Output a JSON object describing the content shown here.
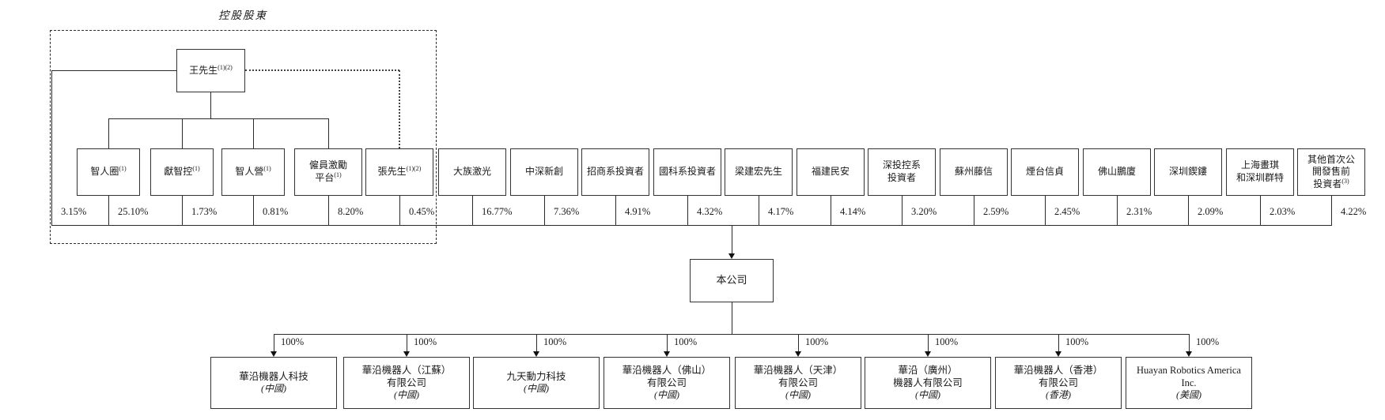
{
  "top": {
    "group_label": "控股股東",
    "mr_wang": {
      "name": "王先生",
      "note": "(1)(2)",
      "direct_pct": "3.15%"
    },
    "wang_entities": [
      {
        "name": "智人圈",
        "note": "(1)",
        "pct": "25.10%"
      },
      {
        "name": "獻智控",
        "note": "(1)",
        "pct": "1.73%"
      },
      {
        "name": "智人營",
        "note": "(1)",
        "pct": "0.81%"
      },
      {
        "name": "僱員激勵\n平台",
        "note": "(1)",
        "pct": "8.20%"
      },
      {
        "name": "張先生",
        "note": "(1)(2)",
        "pct": "0.45%"
      }
    ],
    "shareholders": [
      {
        "name": "大族激光",
        "pct": "16.77%"
      },
      {
        "name": "中深新創",
        "pct": "7.36%"
      },
      {
        "name": "招商系投資者",
        "pct": "4.91%"
      },
      {
        "name": "國科系投資者",
        "pct": "4.32%"
      },
      {
        "name": "梁建宏先生",
        "pct": "4.17%"
      },
      {
        "name": "福建民安",
        "pct": "4.14%"
      },
      {
        "name": "深投控系\n投資者",
        "pct": "3.20%"
      },
      {
        "name": "蘇州藤信",
        "pct": "2.59%"
      },
      {
        "name": "煙台信貞",
        "pct": "2.45%"
      },
      {
        "name": "佛山鵬廈",
        "pct": "2.31%"
      },
      {
        "name": "深圳鍥鏤",
        "pct": "2.09%"
      },
      {
        "name": "上海畫琪\n和深圳群特",
        "pct": "2.03%"
      },
      {
        "name": "其他首次公\n開發售前\n投資者",
        "note": "(3)",
        "pct": "4.22%"
      }
    ]
  },
  "company": {
    "name": "本公司"
  },
  "subsidiaries": [
    {
      "name": "華沿機器人科技",
      "place": "(中國)",
      "pct": "100%"
    },
    {
      "name": "華沿機器人（江蘇）\n有限公司",
      "place": "(中國)",
      "pct": "100%"
    },
    {
      "name": "九天動力科技",
      "place": "(中國)",
      "pct": "100%"
    },
    {
      "name": "華沿機器人（佛山）\n有限公司",
      "place": "(中國)",
      "pct": "100%"
    },
    {
      "name": "華沿機器人（天津）\n有限公司",
      "place": "(中國)",
      "pct": "100%"
    },
    {
      "name": "華沿（廣州）\n機器人有限公司",
      "place": "(中國)",
      "pct": "100%"
    },
    {
      "name": "華沿機器人（香港）\n有限公司",
      "place": "(香港)",
      "pct": "100%"
    },
    {
      "name": "Huayan Robotics America Inc.",
      "place": "(美國)",
      "pct": "100%"
    }
  ]
}
